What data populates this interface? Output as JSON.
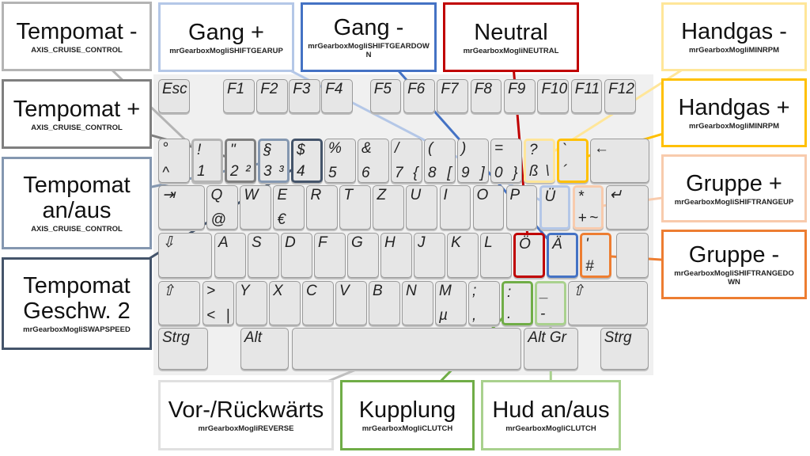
{
  "keyboard": {
    "frow": [
      "Esc",
      "F1",
      "F2",
      "F3",
      "F4",
      "F5",
      "F6",
      "F7",
      "F8",
      "F9",
      "F10",
      "F11",
      "F12"
    ],
    "numrow": [
      [
        "°",
        "^"
      ],
      [
        "!",
        "1"
      ],
      [
        "\"",
        "2",
        "²"
      ],
      [
        "§",
        "3",
        "³"
      ],
      [
        "$",
        "4"
      ],
      [
        "%",
        "5"
      ],
      [
        "&",
        "6"
      ],
      [
        "/",
        "7",
        "{"
      ],
      [
        "(",
        "8",
        "["
      ],
      [
        ")",
        "9",
        "]"
      ],
      [
        "=",
        "0",
        "}"
      ],
      [
        "?",
        "ß",
        "\\"
      ],
      [
        "`",
        "´"
      ],
      [
        "←"
      ]
    ],
    "tabrow": [
      "⇥",
      "Q",
      "W",
      "E",
      "R",
      "T",
      "Z",
      "U",
      "I",
      "O",
      "P",
      "Ü",
      "*",
      "↵"
    ],
    "tabrow_sub": {
      "q": "@",
      "e": "€",
      "plus": "+",
      "tilde": "~"
    },
    "capsrow": [
      "⇩",
      "A",
      "S",
      "D",
      "F",
      "G",
      "H",
      "J",
      "K",
      "L",
      "Ö",
      "Ä",
      "'"
    ],
    "capsrow_sub": {
      "hash": "#"
    },
    "shiftrow": [
      [
        "⇧"
      ],
      [
        ">",
        "<",
        "|"
      ],
      [
        "Y"
      ],
      [
        "X"
      ],
      [
        "C"
      ],
      [
        "V"
      ],
      [
        "B"
      ],
      [
        "N"
      ],
      [
        "M",
        "µ"
      ],
      [
        ";",
        ","
      ],
      [
        ":",
        "."
      ],
      [
        "_",
        "-"
      ],
      [
        "⇧"
      ]
    ],
    "bottomrow": [
      "Strg",
      "Alt",
      "",
      "Alt Gr",
      "Strg"
    ]
  },
  "callouts": {
    "tempomat_minus": {
      "title": "Tempomat -",
      "sub": "AXIS_CRUISE_CONTROL",
      "color": "#b4b4b4"
    },
    "tempomat_plus": {
      "title": "Tempomat +",
      "sub": "AXIS_CRUISE_CONTROL",
      "color": "#7f7f7f"
    },
    "tempomat_onoff": {
      "title": "Tempomat an/aus",
      "sub": "AXIS_CRUISE_CONTROL",
      "color": "#8497b0"
    },
    "tempomat_speed2": {
      "title": "Tempomat Geschw. 2",
      "sub": "mrGearboxMogliSWAPSPEED",
      "color": "#44546a"
    },
    "gang_plus": {
      "title": "Gang +",
      "sub": "mrGearboxMogliSHIFTGEARUP",
      "color": "#b4c7e7"
    },
    "gang_minus": {
      "title": "Gang -",
      "sub": "mrGearboxMogliSHIFTGEARDOWN",
      "color": "#4472c4"
    },
    "neutral": {
      "title": "Neutral",
      "sub": "mrGearboxMogliNEUTRAL",
      "color": "#c00000"
    },
    "handgas_minus": {
      "title": "Handgas -",
      "sub": "mrGearboxMogliMINRPM",
      "color": "#ffe699"
    },
    "handgas_plus": {
      "title": "Handgas +",
      "sub": "mrGearboxMogliMINRPM",
      "color": "#ffc000"
    },
    "gruppe_plus": {
      "title": "Gruppe +",
      "sub": "mrGearboxMogliSHIFTRANGEUP",
      "color": "#f8cbad"
    },
    "gruppe_minus": {
      "title": "Gruppe -",
      "sub": "mrGearboxMogliSHIFTRANGEDOWN",
      "color": "#ed7d31"
    },
    "reverse": {
      "title": "Vor-/Rückwärts",
      "sub": "mrGearboxMogliREVERSE",
      "color": "#ffffff"
    },
    "kupplung": {
      "title": "Kupplung",
      "sub": "mrGearboxMogliCLUTCH",
      "color": "#70ad47"
    },
    "hud": {
      "title": "Hud an/aus",
      "sub": "mrGearboxMogliCLUTCH",
      "color": "#a9d18e"
    }
  }
}
